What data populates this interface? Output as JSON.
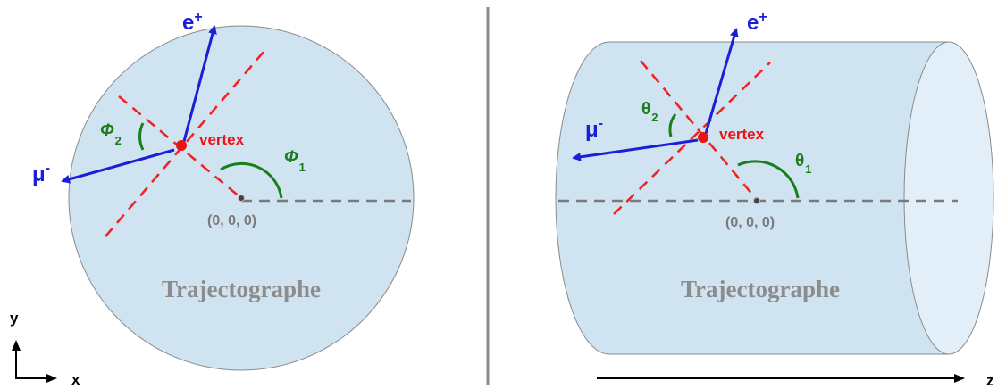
{
  "left": {
    "positron": "e",
    "positron_sup": "+",
    "muon": "μ",
    "muon_sup": "-",
    "vertex": "vertex",
    "origin": "(0, 0, 0)",
    "phi1": "Φ",
    "phi1_sub": "1",
    "phi2": "Φ",
    "phi2_sub": "2",
    "detector": "Trajectographe",
    "axis_y": "y",
    "axis_x": "x"
  },
  "right": {
    "positron": "e",
    "positron_sup": "+",
    "muon": "μ",
    "muon_sup": "-",
    "vertex": "vertex",
    "origin": "(0, 0, 0)",
    "theta1": "θ",
    "theta1_sub": "1",
    "theta2": "θ",
    "theta2_sub": "2",
    "detector": "Trajectographe",
    "axis_z": "z"
  },
  "colors": {
    "detector_fill": "#cfe3f1",
    "detector_cap": "#e3eff8",
    "outline": "#8a8a8a",
    "track": "#1a1fd6",
    "vertex": "#ee1111",
    "dash_red": "#ee2222",
    "dash_gray": "#7a7a7a",
    "angle": "#1a7f1a",
    "detector_text": "#8c8c8c",
    "divider": "#8c8c8c"
  }
}
